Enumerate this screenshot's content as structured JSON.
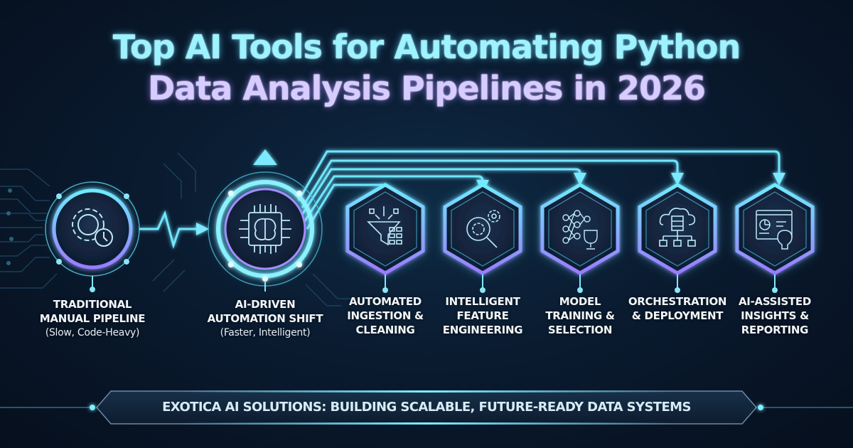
{
  "title": {
    "line1": "Top AI Tools for Automating Python",
    "line2": "Data Analysis Pipelines in 2026"
  },
  "colors": {
    "background": "#0a1b30",
    "cyan_glow": "#5fe3ff",
    "violet_glow": "#9b7cff",
    "title_cyan": "#9ef3ff",
    "title_violet": "#d7ccff",
    "label_text": "#f2f6fa"
  },
  "nodes": [
    {
      "id": "traditional",
      "shape": "circle",
      "icon": "gear-clock-icon",
      "title_line1": "TRADITIONAL",
      "title_line2": "MANUAL PIPELINE",
      "subtitle": "(Slow, Code-Heavy)"
    },
    {
      "id": "ai-driven",
      "shape": "circle",
      "icon": "brain-chip-icon",
      "title_line1": "AI-DRIVEN",
      "title_line2": "AUTOMATION SHIFT",
      "subtitle": "(Faster, Intelligent)"
    },
    {
      "id": "ingestion",
      "shape": "hexagon",
      "icon": "funnel-data-icon",
      "title_line1": "AUTOMATED",
      "title_line2": "INGESTION &",
      "title_line3": "CLEANING"
    },
    {
      "id": "feature",
      "shape": "hexagon",
      "icon": "magnifier-gears-icon",
      "title_line1": "INTELLIGENT",
      "title_line2": "FEATURE",
      "title_line3": "ENGINEERING"
    },
    {
      "id": "model",
      "shape": "hexagon",
      "icon": "neural-net-trophy-icon",
      "title_line1": "MODEL",
      "title_line2": "TRAINING &",
      "title_line3": "SELECTION"
    },
    {
      "id": "orchestration",
      "shape": "hexagon",
      "icon": "cloud-server-icon",
      "title_line1": "ORCHESTRATION",
      "title_line2": "& DEPLOYMENT"
    },
    {
      "id": "insights",
      "shape": "hexagon",
      "icon": "dashboard-bulb-icon",
      "title_line1": "AI-ASSISTED",
      "title_line2": "INSIGHTS &",
      "title_line3": "REPORTING"
    }
  ],
  "connectors": {
    "traditional_to_ai": "pulse-line-arrow",
    "ai_up": "up-arrow",
    "sequential": "right-arrows",
    "branches_from_ai_to": [
      "ingestion",
      "feature",
      "model",
      "orchestration",
      "insights"
    ]
  },
  "banner": {
    "text": "EXOTICA AI SOLUTIONS: BUILDING SCALABLE, FUTURE-READY DATA SYSTEMS"
  }
}
